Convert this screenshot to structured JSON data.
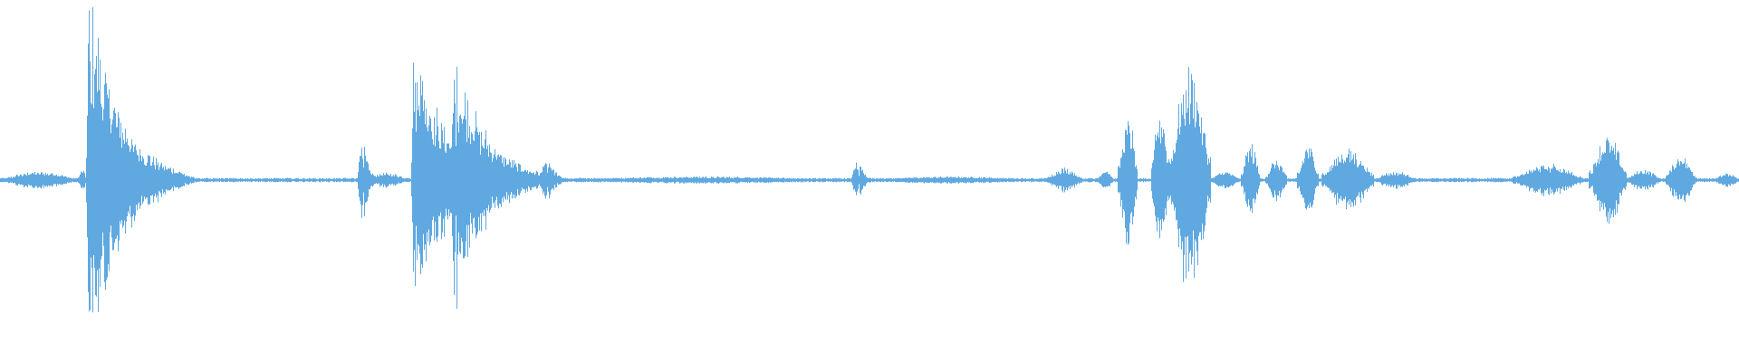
{
  "waveform": {
    "color": "#5fa8e0",
    "baseline_color": "#5fa8e0",
    "segments": [
      {
        "t0": 0.0,
        "t1": 0.045,
        "amp": 0.05
      },
      {
        "t0": 0.045,
        "t1": 0.049,
        "amp": 0.06
      },
      {
        "t0": 0.0495,
        "t1": 0.0525,
        "amp": 0.95,
        "decay": 0.018
      },
      {
        "t0": 0.052,
        "t1": 0.075,
        "amp": 0.1
      },
      {
        "t0": 0.092,
        "t1": 0.097,
        "amp": 0.07
      },
      {
        "t0": 0.097,
        "t1": 0.115,
        "amp": 0.03
      },
      {
        "t0": 0.206,
        "t1": 0.209,
        "amp": 0.22,
        "decay": 0.003
      },
      {
        "t0": 0.209,
        "t1": 0.235,
        "amp": 0.04
      },
      {
        "t0": 0.2365,
        "t1": 0.2395,
        "amp": 0.73,
        "decay": 0.018
      },
      {
        "t0": 0.2595,
        "t1": 0.2625,
        "amp": 0.67,
        "decay": 0.018
      },
      {
        "t0": 0.282,
        "t1": 0.302,
        "amp": 0.06
      },
      {
        "t0": 0.311,
        "t1": 0.315,
        "amp": 0.14,
        "decay": 0.004
      },
      {
        "t0": 0.315,
        "t1": 0.49,
        "amp": 0.02
      },
      {
        "t0": 0.49,
        "t1": 0.494,
        "amp": 0.1,
        "decay": 0.003
      },
      {
        "t0": 0.494,
        "t1": 0.6,
        "amp": 0.02
      },
      {
        "t0": 0.602,
        "t1": 0.622,
        "amp": 0.07
      },
      {
        "t0": 0.631,
        "t1": 0.64,
        "amp": 0.06
      },
      {
        "t0": 0.643,
        "t1": 0.654,
        "amp": 0.35
      },
      {
        "t0": 0.662,
        "t1": 0.672,
        "amp": 0.4
      },
      {
        "t0": 0.672,
        "t1": 0.696,
        "amp": 0.6
      },
      {
        "t0": 0.696,
        "t1": 0.712,
        "amp": 0.05
      },
      {
        "t0": 0.714,
        "t1": 0.724,
        "amp": 0.2
      },
      {
        "t0": 0.728,
        "t1": 0.74,
        "amp": 0.12
      },
      {
        "t0": 0.746,
        "t1": 0.758,
        "amp": 0.2
      },
      {
        "t0": 0.76,
        "t1": 0.79,
        "amp": 0.17
      },
      {
        "t0": 0.79,
        "t1": 0.815,
        "amp": 0.05
      },
      {
        "t0": 0.87,
        "t1": 0.91,
        "amp": 0.09
      },
      {
        "t0": 0.914,
        "t1": 0.935,
        "amp": 0.24
      },
      {
        "t0": 0.935,
        "t1": 0.955,
        "amp": 0.06
      },
      {
        "t0": 0.958,
        "t1": 0.975,
        "amp": 0.14
      },
      {
        "t0": 0.985,
        "t1": 1.0,
        "amp": 0.04
      }
    ]
  }
}
